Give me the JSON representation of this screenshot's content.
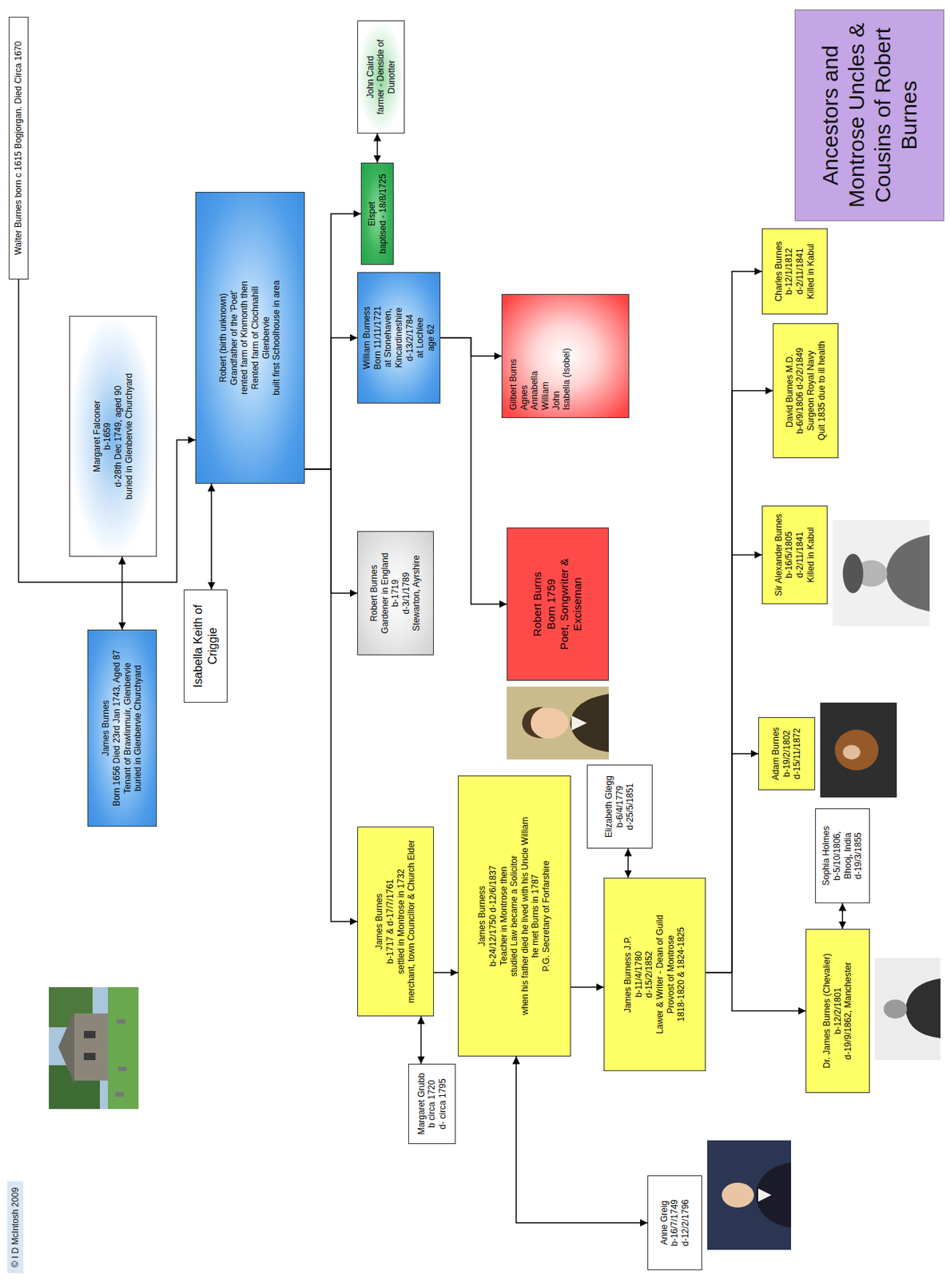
{
  "diagram": {
    "title": "Ancestors and Montrose Uncles & Cousins of Robert Burnes",
    "nodes": [
      {
        "text": [
          "Walter Burnes born c 1615 Bogjorgan. Died Circa 1670"
        ]
      },
      {
        "text": [
          "James Burnes",
          "Born 1656 Died 23rd Jan 1743, Aged 87",
          "Tenant of Brawlinmuir, Glenbervie",
          "buried in Glenbervie Churchyard"
        ]
      },
      {
        "text": [
          "Margaret Falconer",
          "b-1659",
          "d-28th Dec 1749, aged 90",
          "buried in Glenbervie Churchyard"
        ]
      },
      {
        "text": [
          "Robert (birth unknown)",
          "Grandfather of the 'Poet'",
          "rented farm of Kinmonth then",
          "Rented farm of Clochnahill",
          "Glenbervie",
          "built first Schoolhouse in area"
        ]
      },
      {
        "text": [
          "Isabella Keith of Criggie"
        ]
      },
      {
        "text": [
          "James Burnes",
          "b-1717 & d-17/7/1761",
          "settled in Montrose in 1732",
          "merchant, town Councillor & Church Elder"
        ]
      },
      {
        "text": [
          "Robert Burnes",
          "Gardener in England",
          "b-1719",
          "d-3/1/1789",
          "Stewarton, Ayrshire"
        ]
      },
      {
        "text": [
          "William Burness",
          "Born 11/11/1721",
          "at Stonehaven,",
          "Kincardineshire",
          "d-13/2/1784",
          "at Lochlee",
          "age 62"
        ]
      },
      {
        "text": [
          "Elspet",
          "baptised - 18/8/1725"
        ]
      },
      {
        "text": [
          "John Caird",
          "farmer - Denside of Dunotter"
        ]
      },
      {
        "text": [
          "Margaret Grubb",
          "b circa 1720",
          "d- circa 1795"
        ]
      },
      {
        "text": [
          "James Burness",
          "b-24/12/1750 d-12/6/1837",
          "Teacher in Montrose then",
          "studied Law became a Solicitor",
          "when his father died he lived with his Uncle William",
          "he met Burns in 1787",
          "P.G. Secretary of Forfarshire"
        ]
      },
      {
        "text": [
          "Robert Burns",
          "Born 1759",
          "Poet, Songwriter & Exciseman"
        ]
      },
      {
        "text": [
          "Gilbert Burns",
          "Agnes",
          "Annabella",
          "William",
          "John",
          "Isabella (Isobel)"
        ]
      },
      {
        "text": [
          "Anne Greig",
          "b-16/7/1749",
          "d-12/2/1796"
        ]
      },
      {
        "text": [
          "James Burness J.P.",
          "b-11/4/1780",
          "d-15/2/1852",
          "Lawer & Writer - Dean of Guild",
          "Provost of Montrose",
          "1818-1820 & 1824-1825"
        ]
      },
      {
        "text": [
          "Elizabeth Glegg",
          "b-6/4/1779",
          "d-25/5/1851"
        ]
      },
      {
        "text": [
          "Dr. James Burnes (Chevalier)",
          "b-12/2/1801",
          "d-19/9/1862, Manchester"
        ]
      },
      {
        "text": [
          "Sophia Holmes",
          "b-5/10/1806,",
          "Bhooj, India",
          "d-19/3/1855"
        ]
      },
      {
        "text": [
          "Adam Burnes",
          "b-19/2/1802",
          "d-15/11/1872"
        ]
      },
      {
        "text": [
          "Sir Alexander Burnes",
          "b-16/5/1805",
          "d-2/11/1841",
          "Killed in Kabul"
        ]
      },
      {
        "text": [
          "David Burnes M.D.",
          "b-6/9/1806 d-2/2/1849",
          "Surgeon Royal Navy",
          "Quit 1835 due to ill health"
        ]
      },
      {
        "text": [
          "Charles Burnes",
          "b-12/1/1812",
          "d-2/11/1841",
          "Killed in Kabul"
        ]
      }
    ],
    "edges": [
      {
        "from": 0,
        "to": 3,
        "arrow": "to"
      },
      {
        "from": 1,
        "to": 2,
        "arrow": "both"
      },
      {
        "from": 3,
        "to": 4,
        "arrow": "both"
      },
      {
        "from": 3,
        "to": 5,
        "arrow": "to"
      },
      {
        "from": 3,
        "to": 6,
        "arrow": "to"
      },
      {
        "from": 3,
        "to": 7,
        "arrow": "to"
      },
      {
        "from": 3,
        "to": 8,
        "arrow": "to"
      },
      {
        "from": 8,
        "to": 9,
        "arrow": "both"
      },
      {
        "from": 5,
        "to": 10,
        "arrow": "both"
      },
      {
        "from": 5,
        "to": 11,
        "arrow": "to"
      },
      {
        "from": 7,
        "to": 12,
        "arrow": "to"
      },
      {
        "from": 7,
        "to": 13,
        "arrow": "to"
      },
      {
        "from": 11,
        "to": 14,
        "arrow": "both"
      },
      {
        "from": 11,
        "to": 15,
        "arrow": "to"
      },
      {
        "from": 15,
        "to": 16,
        "arrow": "both"
      },
      {
        "from": 15,
        "to": 17,
        "arrow": "to"
      },
      {
        "from": 15,
        "to": 19,
        "arrow": "to"
      },
      {
        "from": 15,
        "to": 20,
        "arrow": "to"
      },
      {
        "from": 15,
        "to": 21,
        "arrow": "to"
      },
      {
        "from": 15,
        "to": 22,
        "arrow": "to"
      },
      {
        "from": 17,
        "to": 18,
        "arrow": "both"
      }
    ],
    "labels": [
      "© I D McIntosh 2009"
    ]
  }
}
